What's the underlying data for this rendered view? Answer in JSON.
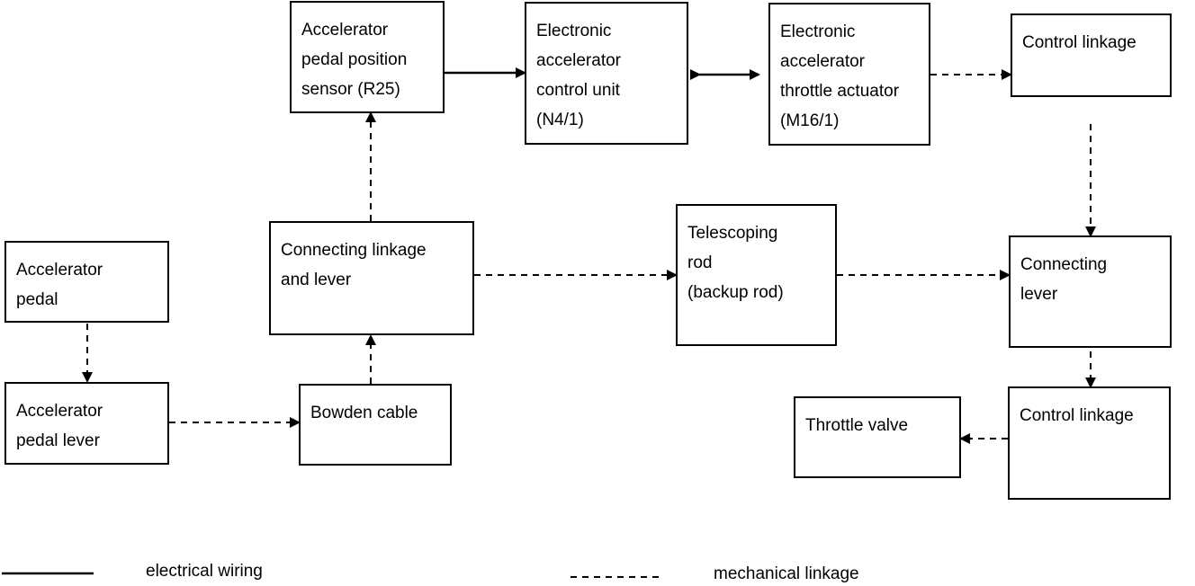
{
  "nodes": {
    "accel_pedal": "Accelerator\npedal",
    "accel_pedal_lever": "Accelerator\npedal lever",
    "bowden_cable": "Bowden cable",
    "connecting_linkage": "Connecting linkage\nand lever",
    "pedal_sensor": "Accelerator\npedal position\nsensor (R25)",
    "control_unit": "Electronic\naccelerator\ncontrol unit\n(N4/1)",
    "throttle_actuator": "Electronic\naccelerator\nthrottle actuator\n(M16/1)",
    "control_linkage_top": "Control linkage",
    "telescoping_rod": "Telescoping\nrod\n(backup rod)",
    "connecting_lever": "Connecting\nlever",
    "control_linkage_bottom": "Control linkage",
    "throttle_valve": "Throttle valve"
  },
  "legend": {
    "electrical": "electrical wiring",
    "mechanical": "mechanical linkage"
  }
}
